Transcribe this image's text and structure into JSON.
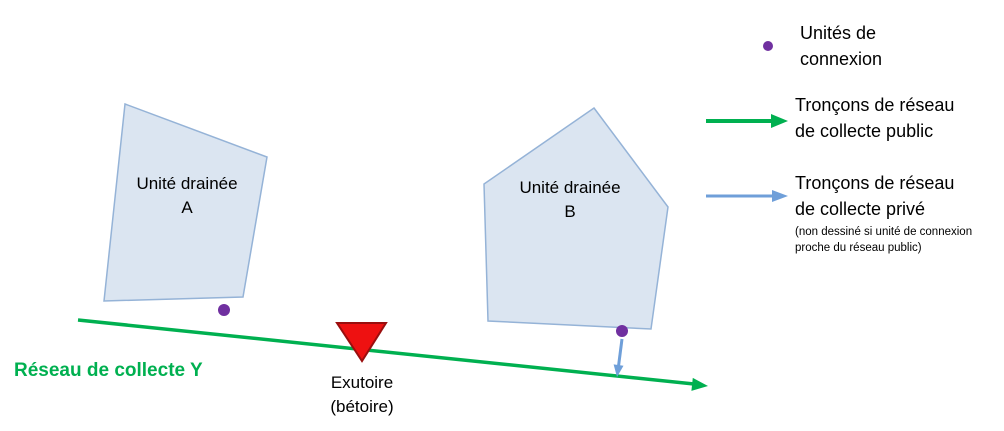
{
  "colors": {
    "polygon_fill": "#dbe5f1",
    "polygon_stroke": "#95b3d7",
    "public_green": "#00b050",
    "private_blue": "#6f9fd9",
    "connection_purple": "#7030a0",
    "outlet_red": "#ee1111",
    "outlet_red_dark": "#9a0e0e"
  },
  "diagram": {
    "unit_a": {
      "line1": "Unité drainée",
      "line2": "A"
    },
    "unit_b": {
      "line1": "Unité drainée",
      "line2": "B"
    },
    "network_label": "Réseau de collecte Y",
    "outlet": {
      "line1": "Exutoire",
      "line2": "(bétoire)"
    }
  },
  "legend": {
    "connection_units": {
      "marker": "connection-dot-icon",
      "line1": "Unités de",
      "line2": "connexion"
    },
    "public_sections": {
      "marker": "green-arrow-icon",
      "line1": "Tronçons de réseau",
      "line2": "de collecte public"
    },
    "private_sections": {
      "marker": "blue-arrow-icon",
      "line1": "Tronçons de réseau",
      "line2": "de collecte privé",
      "note1": "(non dessiné si unité de connexion",
      "note2": "proche du réseau public)"
    }
  }
}
